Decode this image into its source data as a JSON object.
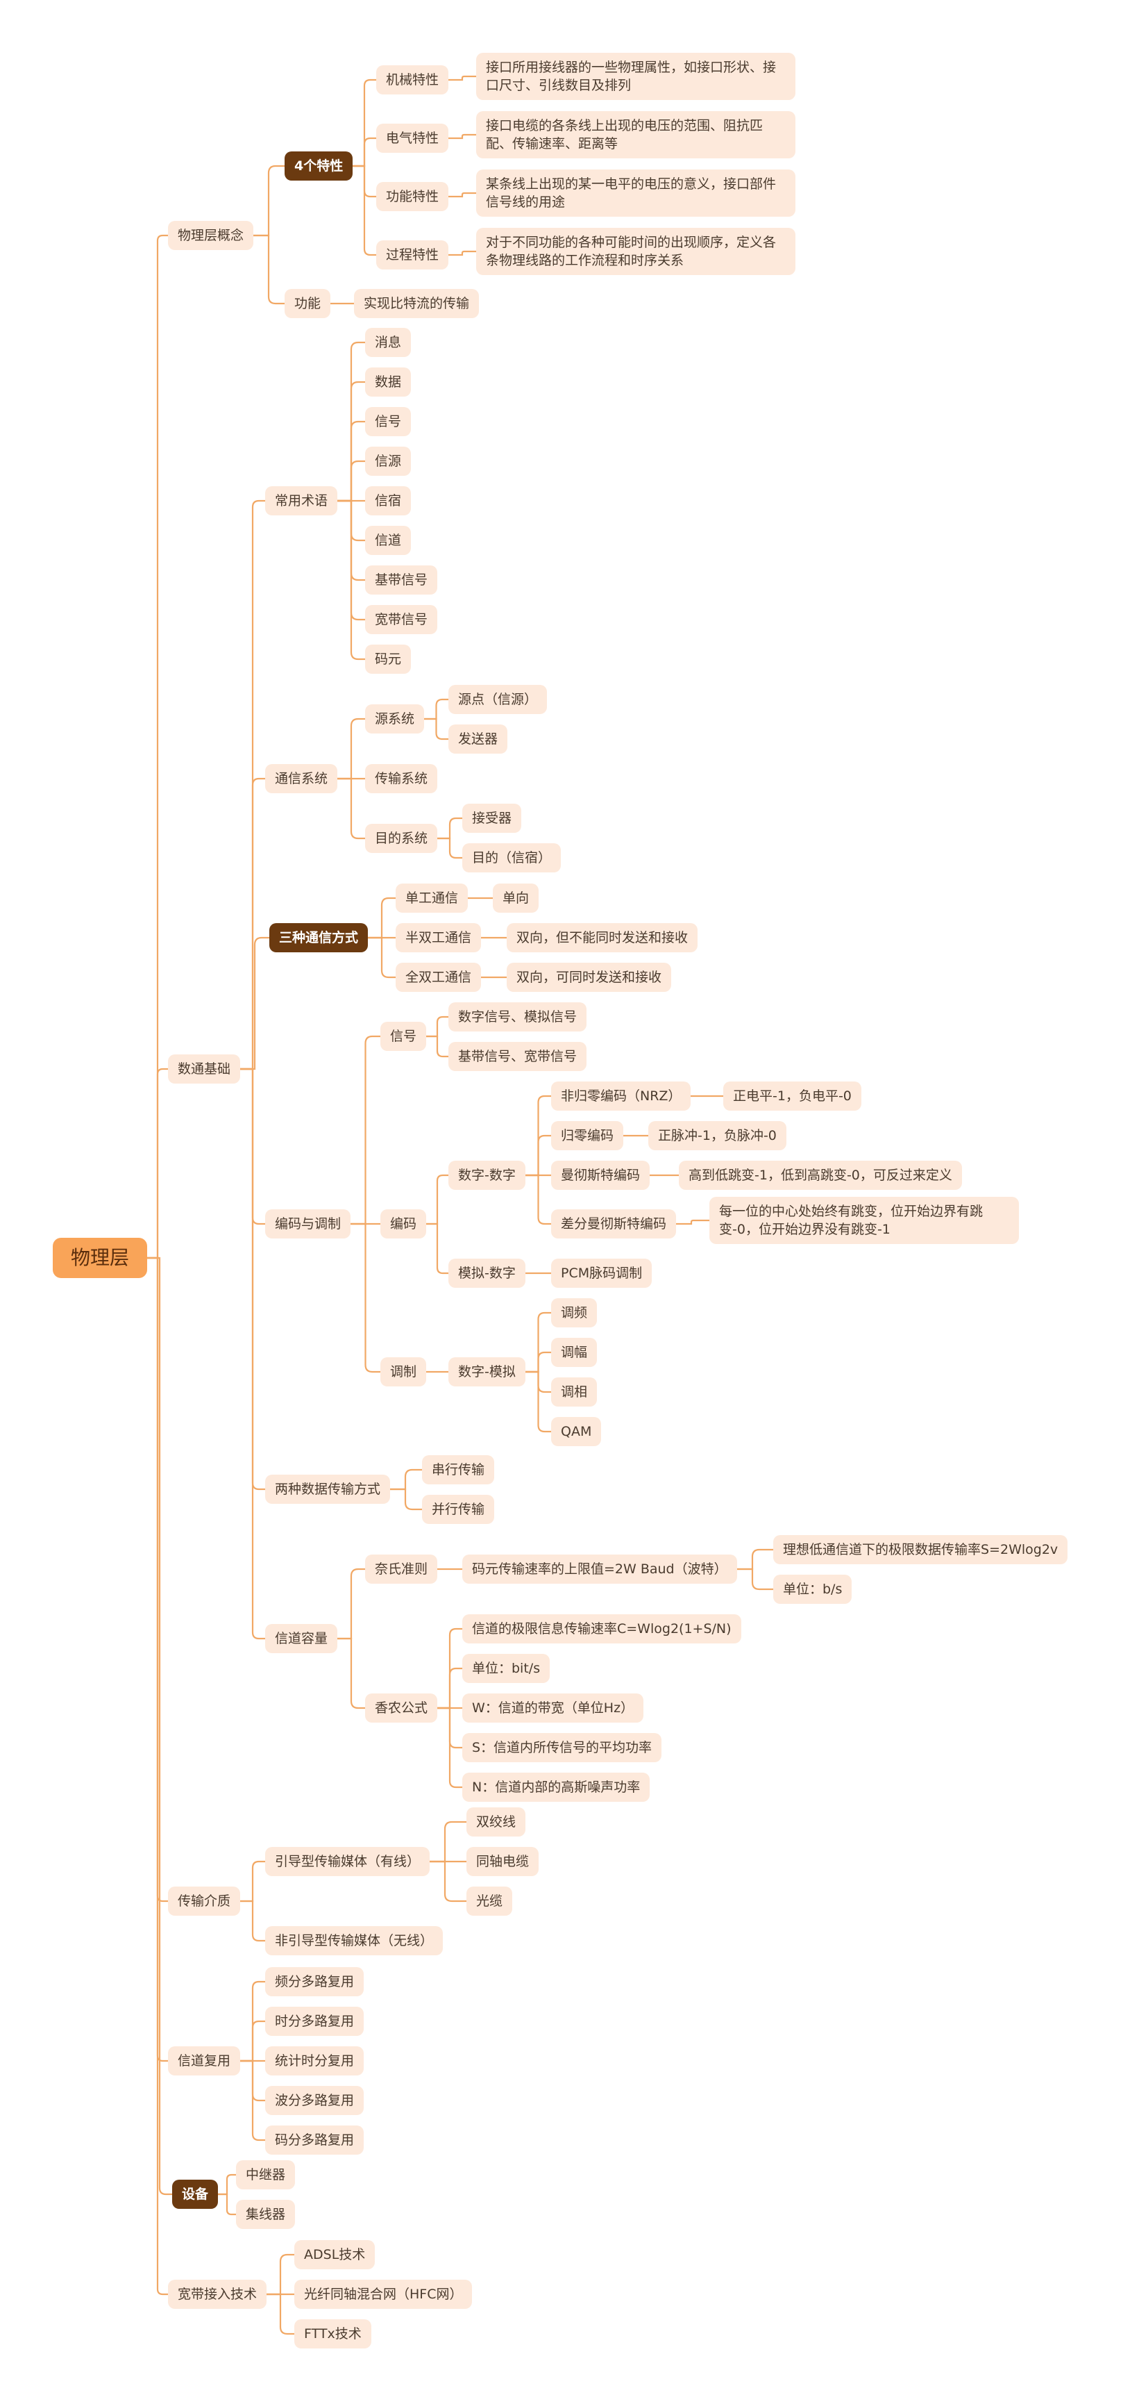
{
  "colors": {
    "line": "#f1a865",
    "node_bg": "#fde9db",
    "root_bg": "#f9a458",
    "dark_bg": "#6b3a10"
  },
  "root": "物理层",
  "l1": {
    "concept": "物理层概念",
    "basics": "数通基础",
    "media": "传输介质",
    "mux": "信道复用",
    "devices": "设备",
    "broadband": "宽带接入技术"
  },
  "concept": {
    "four": "4个特性",
    "mech": "机械特性",
    "mech_desc": "接口所用接线器的一些物理属性，如接口形状、接口尺寸、引线数目及排列",
    "elec": "电气特性",
    "elec_desc": "接口电缆的各条线上出现的电压的范围、阻抗匹配、传输速率、距离等",
    "func": "功能特性",
    "func_desc": "某条线上出现的某一电平的电压的意义，接口部件信号线的用途",
    "proc": "过程特性",
    "proc_desc": "对于不同功能的各种可能时间的出现顺序，定义各条物理线路的工作流程和时序关系",
    "function": "功能",
    "function_desc": "实现比特流的传输"
  },
  "terms": {
    "label": "常用术语",
    "items": [
      "消息",
      "数据",
      "信号",
      "信源",
      "信宿",
      "信道",
      "基带信号",
      "宽带信号",
      "码元"
    ]
  },
  "comm": {
    "label": "通信系统",
    "src": "源系统",
    "src_point": "源点（信源）",
    "sender": "发送器",
    "trans": "传输系统",
    "dst": "目的系统",
    "receiver": "接受器",
    "dst_point": "目的（信宿）"
  },
  "modes": {
    "label": "三种通信方式",
    "simplex": "单工通信",
    "simplex_d": "单向",
    "half": "半双工通信",
    "half_d": "双向，但不能同时发送和接收",
    "full": "全双工通信",
    "full_d": "双向，可同时发送和接收"
  },
  "codec": {
    "label": "编码与调制",
    "signal": "信号",
    "sig1": "数字信号、模拟信号",
    "sig2": "基带信号、宽带信号",
    "encode": "编码",
    "d2d": "数字-数字",
    "nrz": "非归零编码（NRZ）",
    "nrz_d": "正电平-1，负电平-0",
    "rz": "归零编码",
    "rz_d": "正脉冲-1，负脉冲-0",
    "man": "曼彻斯特编码",
    "man_d": "高到低跳变-1，低到高跳变-0，可反过来定义",
    "dman": "差分曼彻斯特编码",
    "dman_d": "每一位的中心处始终有跳变，位开始边界有跳变-0，位开始边界没有跳变-1",
    "a2d": "模拟-数字",
    "pcm": "PCM脉码调制",
    "modulate": "调制",
    "d2a": "数字-模拟",
    "fm": "调频",
    "am": "调幅",
    "pm": "调相",
    "qam": "QAM"
  },
  "transfer": {
    "label": "两种数据传输方式",
    "serial": "串行传输",
    "parallel": "并行传输"
  },
  "capacity": {
    "label": "信道容量",
    "nyq": "奈氏准则",
    "nyq_limit": "码元传输速率的上限值=2W Baud（波特）",
    "nyq_max": "理想低通信道下的极限数据传输率S=2Wlog2v",
    "nyq_unit": "单位：b/s",
    "shannon": "香农公式",
    "sh1": "信道的极限信息传输速率C=Wlog2(1+S/N)",
    "sh2": "单位：bit/s",
    "sh3": "W：信道的带宽（单位Hz）",
    "sh4": "S：信道内所传信号的平均功率",
    "sh5": "N：信道内部的高斯噪声功率"
  },
  "media": {
    "guided": "引导型传输媒体（有线）",
    "twisted": "双绞线",
    "coax": "同轴电缆",
    "fiber": "光缆",
    "unguided": "非引导型传输媒体（无线）"
  },
  "mux": [
    "频分多路复用",
    "时分多路复用",
    "统计时分复用",
    "波分多路复用",
    "码分多路复用"
  ],
  "devices": [
    "中继器",
    "集线器"
  ],
  "broadband": [
    "ADSL技术",
    "光纤同轴混合网（HFC网）",
    "FTTx技术"
  ]
}
